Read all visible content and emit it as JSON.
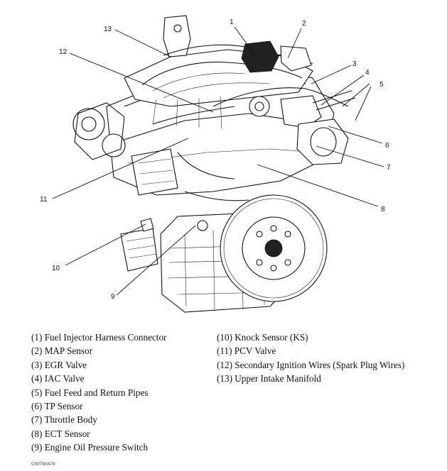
{
  "figure": {
    "callouts": [
      "1",
      "2",
      "3",
      "4",
      "5",
      "6",
      "7",
      "8",
      "9",
      "10",
      "11",
      "12",
      "13"
    ],
    "legend_left": [
      {
        "num": "(1)",
        "label": "Fuel Injector Harness Connector"
      },
      {
        "num": "(2)",
        "label": "MAP Sensor"
      },
      {
        "num": "(3)",
        "label": "EGR Valve"
      },
      {
        "num": "(4)",
        "label": "IAC Valve"
      },
      {
        "num": "(5)",
        "label": "Fuel Feed and Return Pipes"
      },
      {
        "num": "(6)",
        "label": "TP Sensor"
      },
      {
        "num": "(7)",
        "label": "Throttle Body"
      },
      {
        "num": "(8)",
        "label": "ECT Sensor"
      },
      {
        "num": "(9)",
        "label": "Engine Oil Pressure Switch"
      }
    ],
    "legend_right": [
      {
        "num": "(10)",
        "label": "Knock Sensor (KS)"
      },
      {
        "num": "(11)",
        "label": "PCV Valve"
      },
      {
        "num": "(12)",
        "label": "Secondary Ignition Wires (Spark Plug Wires)"
      },
      {
        "num": "(13)",
        "label": "Upper Intake Manifold"
      }
    ],
    "image_code": "C00780478"
  }
}
